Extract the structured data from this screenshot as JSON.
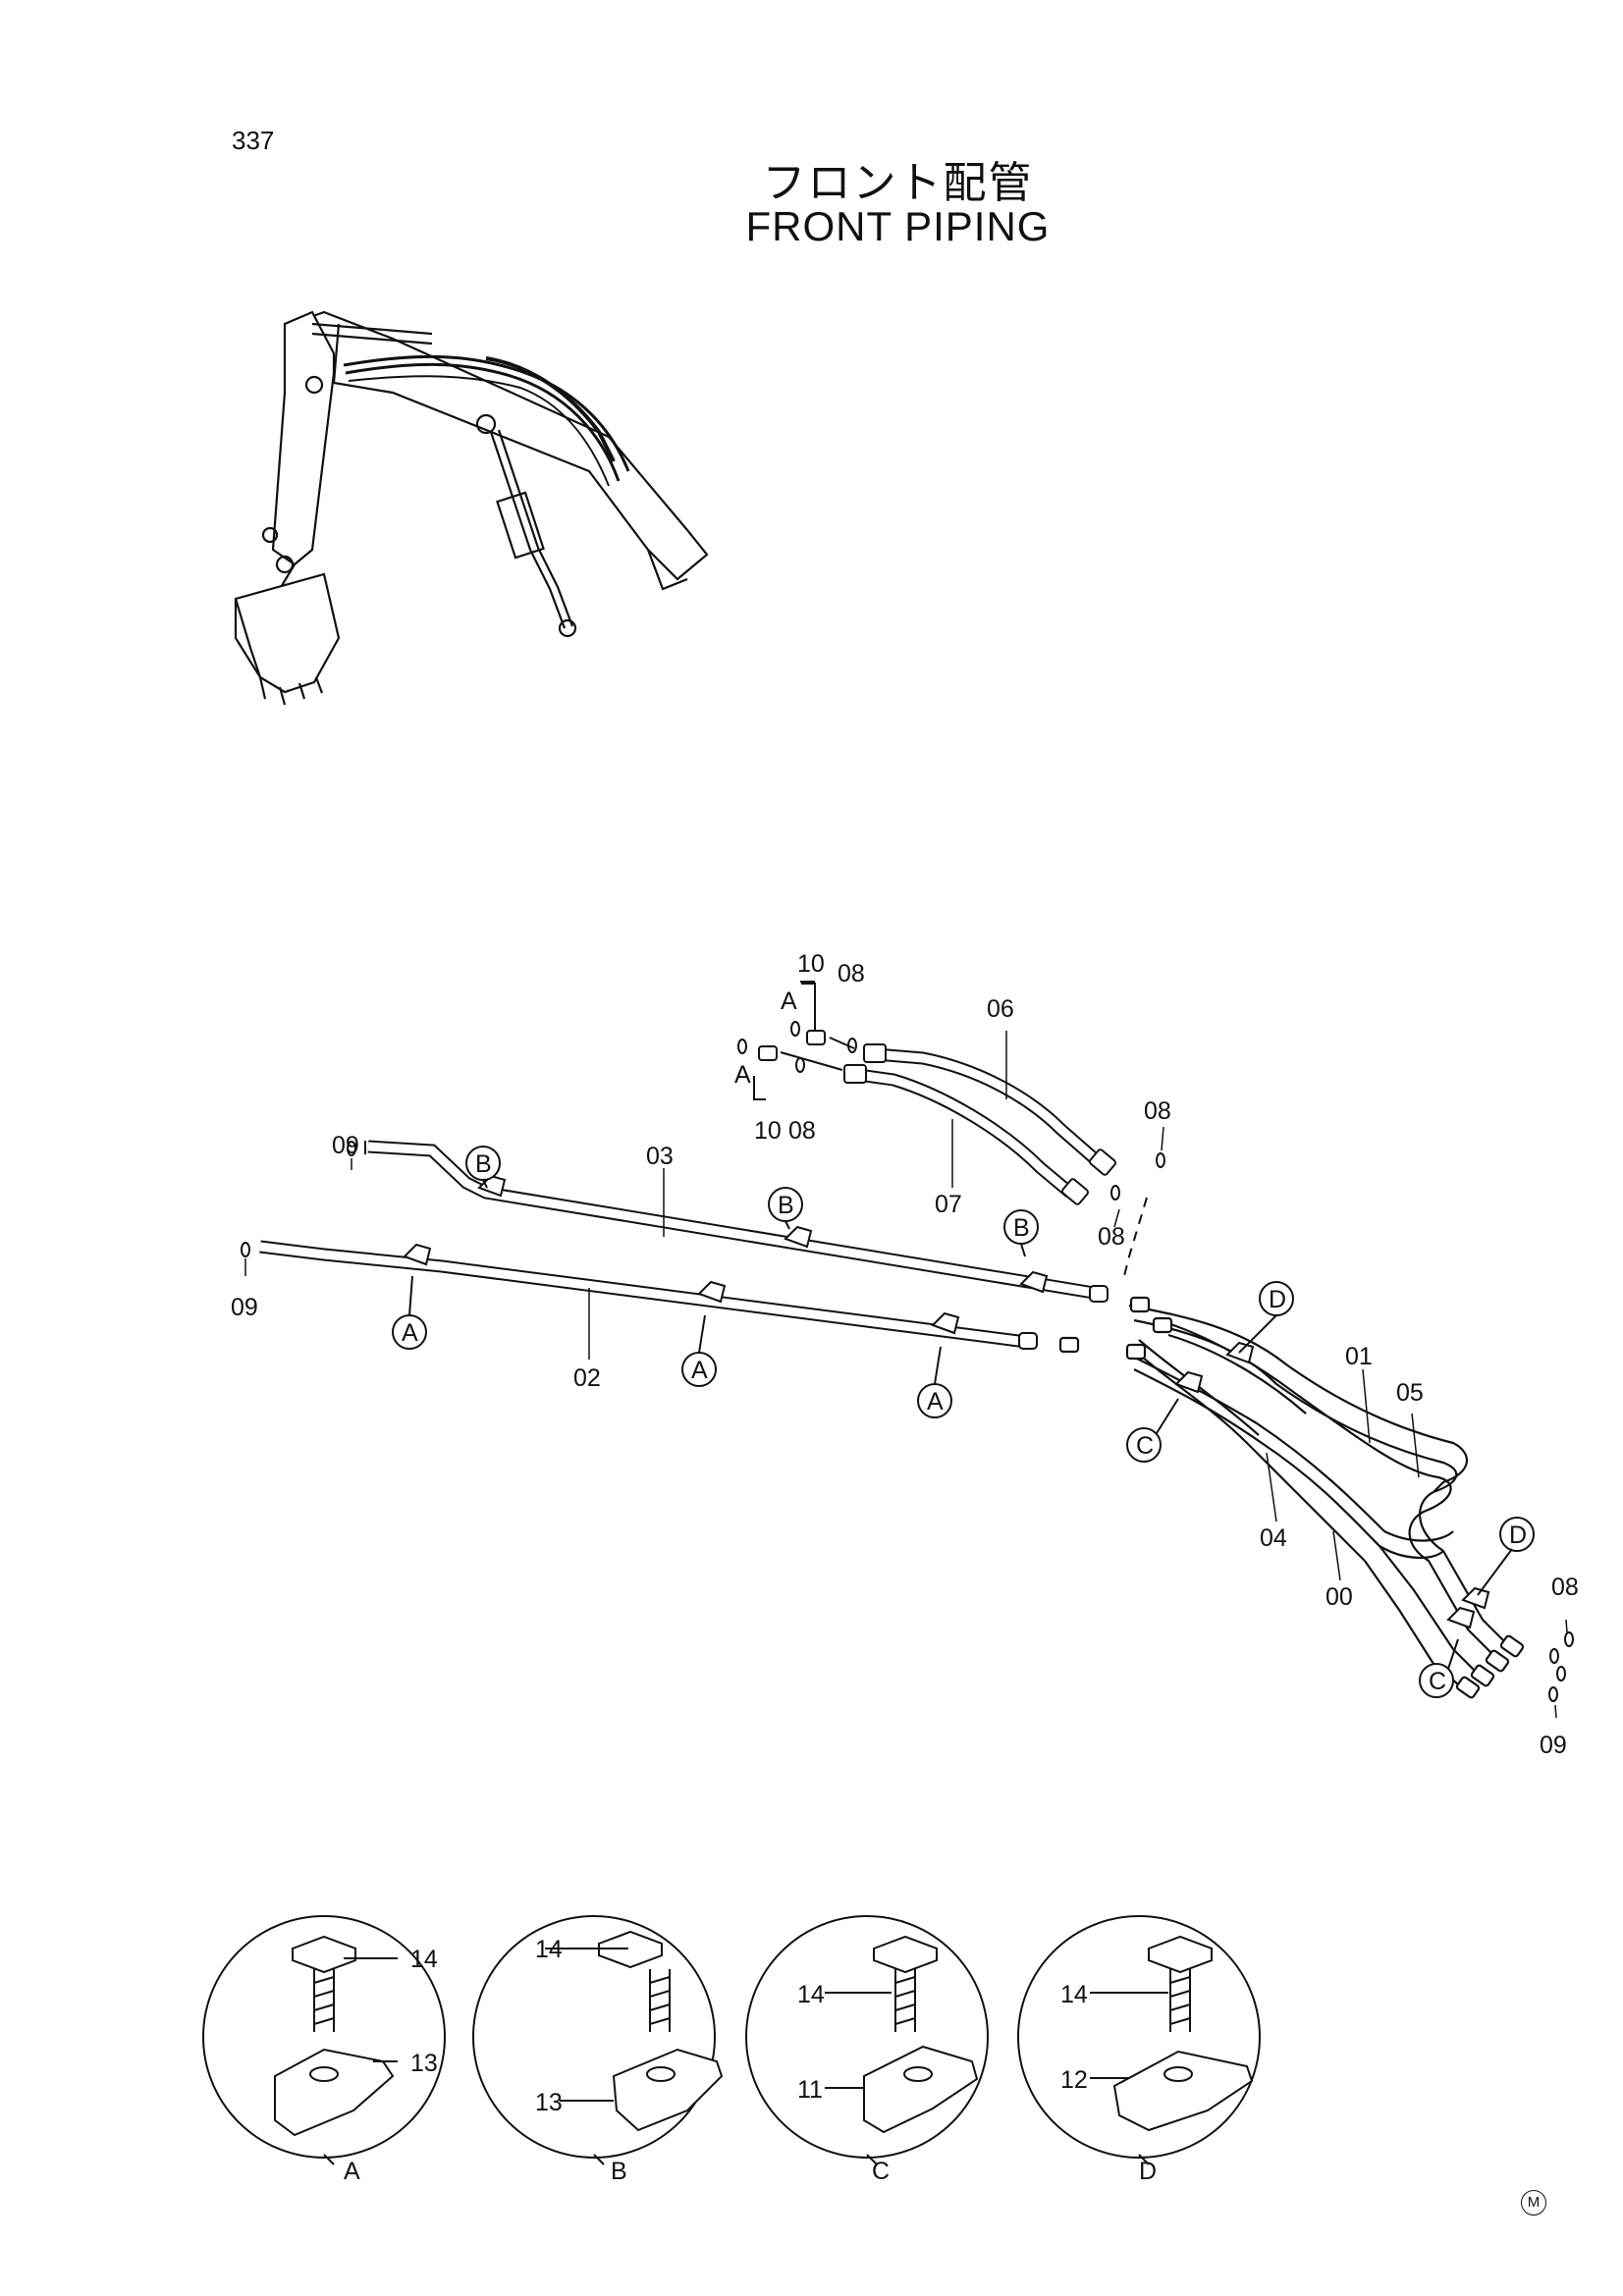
{
  "page": {
    "number": "337",
    "title_jp": "フロント配管",
    "title_en": "FRONT PIPING",
    "mark": "M"
  },
  "parts": {
    "p00": "00",
    "p01": "01",
    "p02": "02",
    "p03": "03",
    "p04": "04",
    "p05": "05",
    "p06": "06",
    "p07": "07",
    "p08": "08",
    "p09": "09",
    "p10": "10",
    "p11": "11",
    "p12": "12",
    "p13": "13",
    "p14": "14"
  },
  "callouts": {
    "a": "A",
    "b": "B",
    "c": "C",
    "d": "D"
  },
  "details": [
    {
      "label": "A",
      "bolt": "14",
      "clamp": "13"
    },
    {
      "label": "B",
      "bolt": "14",
      "clamp": "13"
    },
    {
      "label": "C",
      "bolt": "14",
      "clamp": "11"
    },
    {
      "label": "D",
      "bolt": "14",
      "clamp": "12"
    }
  ]
}
